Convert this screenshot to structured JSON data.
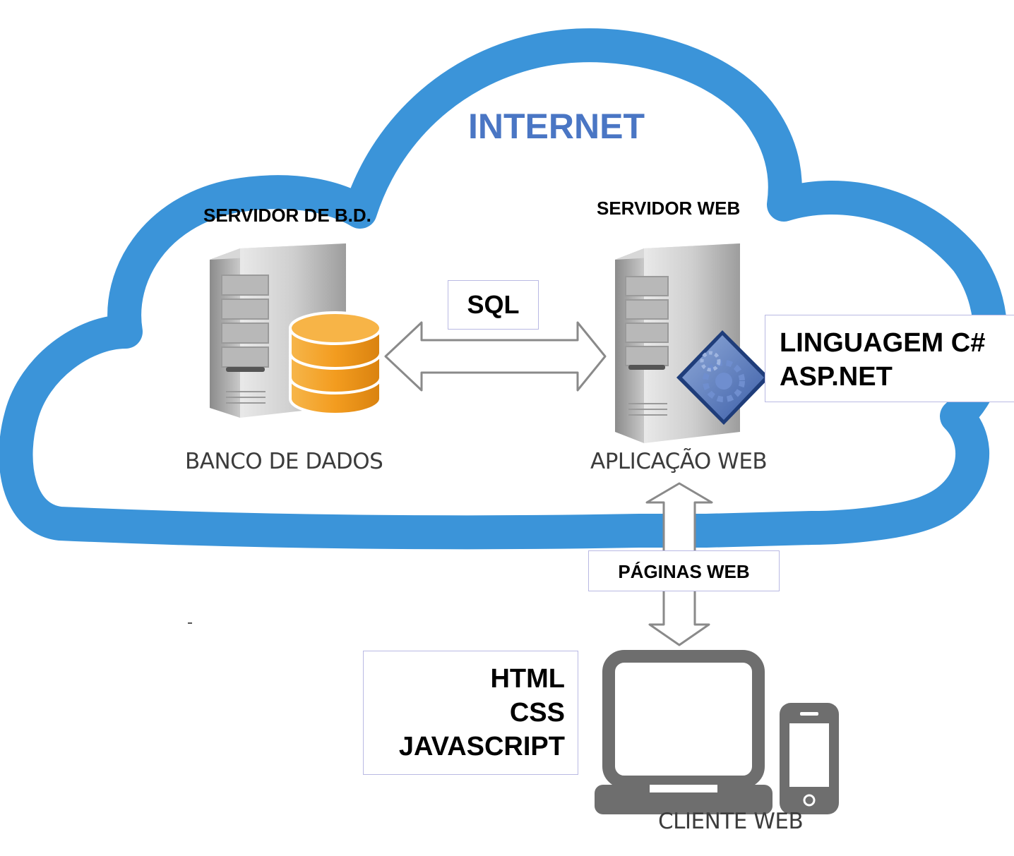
{
  "cloud": {
    "title": "INTERNET",
    "color": "#3b94d9",
    "title_color": "#4a76c4"
  },
  "database_server": {
    "title": "SERVIDOR DE B.D.",
    "caption": "BANCO DE DADOS",
    "icon": "database-server-icon",
    "db_color": "#f39c1f"
  },
  "web_server": {
    "title": "SERVIDOR WEB",
    "caption": "APLICAÇÃO WEB",
    "icon": "web-application-server-icon",
    "badge_color": "#4b6fb8"
  },
  "connections": {
    "sql_label": "SQL",
    "pages_label": "PÁGINAS WEB"
  },
  "server_technologies": [
    "LINGUAGEM C#",
    "ASP.NET"
  ],
  "client": {
    "caption": "CLIENTE WEB",
    "technologies": [
      "HTML",
      "CSS",
      "JAVASCRIPT"
    ],
    "icons": [
      "laptop-icon",
      "smartphone-icon"
    ],
    "device_color": "#6e6e6e"
  }
}
